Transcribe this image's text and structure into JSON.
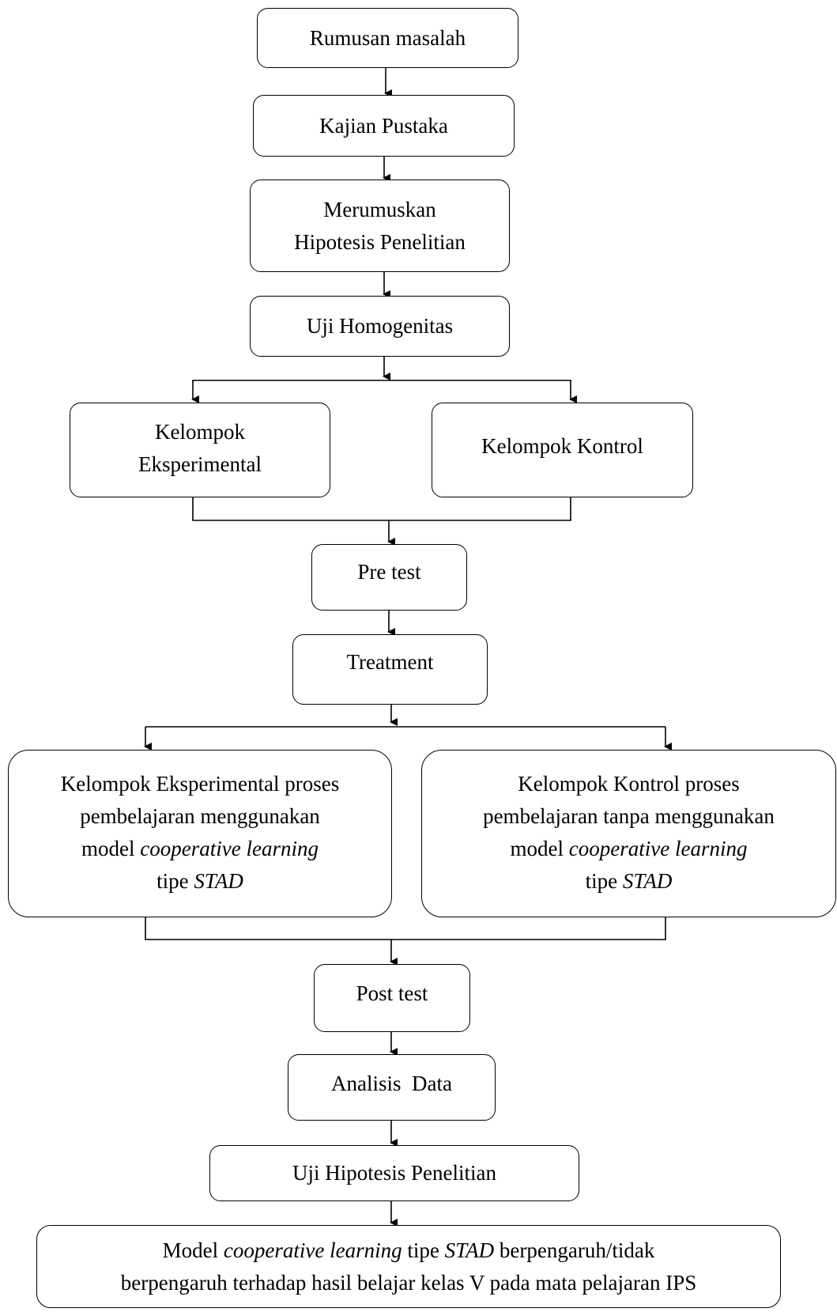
{
  "nodes": {
    "rumusan": {
      "label": "Rumusan masalah"
    },
    "kajian": {
      "label": "Kajian Pustaka"
    },
    "hipotesis": {
      "line1": "Merumuskan",
      "line2": "Hipotesis Penelitian"
    },
    "homogenitas": {
      "label": "Uji Homogenitas"
    },
    "eksperimental": {
      "line1": "Kelompok",
      "line2": "Eksperimental"
    },
    "kontrol": {
      "label": "Kelompok Kontrol"
    },
    "pretest": {
      "label": "Pre test"
    },
    "treatment": {
      "label": "Treatment"
    },
    "proses_eksperimental": {
      "line1": "Kelompok Eksperimental proses",
      "line2": "pembelajaran menggunakan",
      "line3_a": "model ",
      "line3_b": "cooperative learning",
      "line4_a": "tipe ",
      "line4_b": "STAD"
    },
    "proses_kontrol": {
      "line1": "Kelompok Kontrol proses",
      "line2": "pembelajaran tanpa menggunakan",
      "line3_a": "model ",
      "line3_b": "cooperative learning",
      "line4_a": "tipe ",
      "line4_b": "STAD"
    },
    "posttest": {
      "label": "Post test"
    },
    "analisis": {
      "label": "Analisis  Data"
    },
    "uji_hipotesis": {
      "label": "Uji Hipotesis Penelitian"
    },
    "kesimpulan": {
      "line1_a": "Model ",
      "line1_b": "cooperative learning",
      "line1_c": " tipe ",
      "line1_d": "STAD",
      "line1_e": " berpengaruh/tidak",
      "line2": "berpengaruh terhadap hasil belajar kelas V pada mata pelajaran IPS"
    }
  }
}
